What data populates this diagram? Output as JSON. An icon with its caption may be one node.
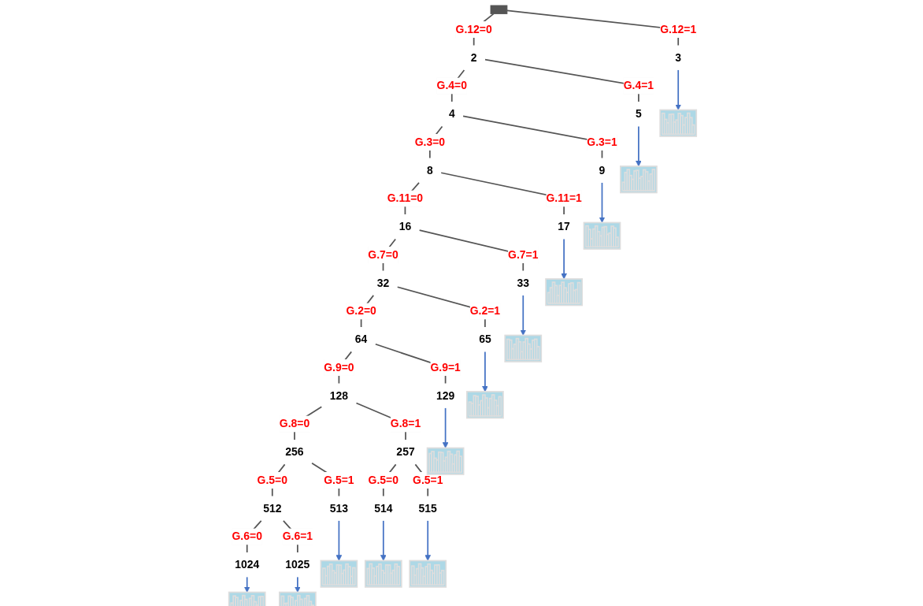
{
  "diagram": {
    "nodes": [
      {
        "text": [],
        "shape": "bar"
      },
      {
        "text": [
          "2"
        ]
      },
      {
        "text": [
          "3"
        ]
      },
      {
        "text": [
          "4"
        ]
      },
      {
        "text": [
          "5"
        ]
      },
      {
        "text": [
          "8"
        ]
      },
      {
        "text": [
          "9"
        ]
      },
      {
        "text": [
          "16"
        ]
      },
      {
        "text": [
          "17"
        ]
      },
      {
        "text": [
          "32"
        ]
      },
      {
        "text": [
          "33"
        ]
      },
      {
        "text": [
          "64"
        ]
      },
      {
        "text": [
          "65"
        ]
      },
      {
        "text": [
          "128"
        ]
      },
      {
        "text": [
          "129"
        ]
      },
      {
        "text": [
          "256"
        ]
      },
      {
        "text": [
          "257"
        ]
      },
      {
        "text": [
          "512"
        ]
      },
      {
        "text": [
          "513"
        ]
      },
      {
        "text": [
          "514"
        ]
      },
      {
        "text": [
          "515"
        ]
      },
      {
        "text": [
          "1024"
        ]
      },
      {
        "text": [
          "1025"
        ]
      },
      {
        "text": [],
        "shape": "picture"
      },
      {
        "text": [],
        "shape": "picture"
      },
      {
        "text": [],
        "shape": "picture"
      },
      {
        "text": [],
        "shape": "picture"
      },
      {
        "text": [],
        "shape": "picture"
      },
      {
        "text": [],
        "shape": "picture"
      },
      {
        "text": [],
        "shape": "picture"
      },
      {
        "text": [],
        "shape": "picture"
      },
      {
        "text": [],
        "shape": "picture"
      },
      {
        "text": [],
        "shape": "picture"
      },
      {
        "text": [],
        "shape": "picture"
      },
      {
        "text": [],
        "shape": "picture"
      }
    ],
    "edges": [
      {
        "from": 0,
        "to": 1,
        "arrow": "none",
        "label": "G.12=0"
      },
      {
        "from": 0,
        "to": 2,
        "arrow": "none",
        "label": "G.12=1"
      },
      {
        "from": 1,
        "to": 3,
        "arrow": "none",
        "label": "G.4=0"
      },
      {
        "from": 1,
        "to": 4,
        "arrow": "none",
        "label": "G.4=1"
      },
      {
        "from": 3,
        "to": 5,
        "arrow": "none",
        "label": "G.3=0"
      },
      {
        "from": 3,
        "to": 6,
        "arrow": "none",
        "label": "G.3=1"
      },
      {
        "from": 5,
        "to": 7,
        "arrow": "none",
        "label": "G.11=0"
      },
      {
        "from": 5,
        "to": 8,
        "arrow": "none",
        "label": "G.11=1"
      },
      {
        "from": 7,
        "to": 9,
        "arrow": "none",
        "label": "G.7=0"
      },
      {
        "from": 7,
        "to": 10,
        "arrow": "none",
        "label": "G.7=1"
      },
      {
        "from": 9,
        "to": 11,
        "arrow": "none",
        "label": "G.2=0"
      },
      {
        "from": 9,
        "to": 12,
        "arrow": "none",
        "label": "G.2=1"
      },
      {
        "from": 11,
        "to": 13,
        "arrow": "none",
        "label": "G.9=0"
      },
      {
        "from": 11,
        "to": 14,
        "arrow": "none",
        "label": "G.9=1"
      },
      {
        "from": 13,
        "to": 15,
        "arrow": "none",
        "label": "G.8=0"
      },
      {
        "from": 13,
        "to": 16,
        "arrow": "none",
        "label": "G.8=1"
      },
      {
        "from": 15,
        "to": 17,
        "arrow": "none",
        "label": "G.5=0"
      },
      {
        "from": 15,
        "to": 18,
        "arrow": "none",
        "label": "G.5=1"
      },
      {
        "from": 16,
        "to": 19,
        "arrow": "none",
        "label": "G.5=0"
      },
      {
        "from": 16,
        "to": 20,
        "arrow": "none",
        "label": "G.5=1"
      },
      {
        "from": 17,
        "to": 21,
        "arrow": "none",
        "label": "G.6=0"
      },
      {
        "from": 17,
        "to": 22,
        "arrow": "none",
        "label": "G.6=1"
      },
      {
        "from": 2,
        "to": 23,
        "arrow": "to",
        "color": "#4472c4"
      },
      {
        "from": 4,
        "to": 24,
        "arrow": "to",
        "color": "#4472c4"
      },
      {
        "from": 6,
        "to": 25,
        "arrow": "to",
        "color": "#4472c4"
      },
      {
        "from": 8,
        "to": 26,
        "arrow": "to",
        "color": "#4472c4"
      },
      {
        "from": 10,
        "to": 27,
        "arrow": "to",
        "color": "#4472c4"
      },
      {
        "from": 12,
        "to": 28,
        "arrow": "to",
        "color": "#4472c4"
      },
      {
        "from": 14,
        "to": 29,
        "arrow": "to",
        "color": "#4472c4"
      },
      {
        "from": 18,
        "to": 30,
        "arrow": "to",
        "color": "#4472c4"
      },
      {
        "from": 19,
        "to": 31,
        "arrow": "to",
        "color": "#4472c4"
      },
      {
        "from": 20,
        "to": 32,
        "arrow": "to",
        "color": "#4472c4"
      },
      {
        "from": 21,
        "to": 33,
        "arrow": "to",
        "color": "#4472c4"
      },
      {
        "from": 22,
        "to": 34,
        "arrow": "to",
        "color": "#4472c4"
      }
    ]
  }
}
